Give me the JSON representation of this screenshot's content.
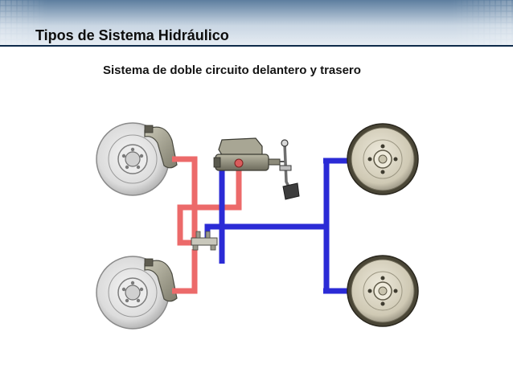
{
  "header": {
    "title": "Tipos de Sistema Hidráulico"
  },
  "diagram": {
    "subtitle": "Sistema de doble circuito delantero y trasero",
    "colors": {
      "front_circuit": "#ec6a6a",
      "rear_circuit": "#2b2bd6",
      "disc": "#d8d8d8",
      "drum": "#d7d2c0",
      "header_accent": "#0e2a4a"
    },
    "components": [
      "front-left-disc-brake",
      "rear-left-disc-brake",
      "master-cylinder",
      "brake-pedal",
      "proportioning-valve",
      "front-right-drum-brake",
      "rear-right-drum-brake"
    ]
  }
}
